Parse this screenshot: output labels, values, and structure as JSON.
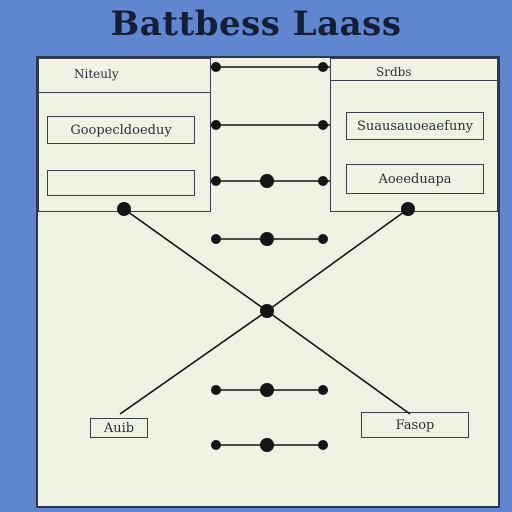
{
  "title": "Battbess Laass",
  "left_panel": {
    "header": "Niteuly",
    "field1": "Goopecldoeduy",
    "field2": ""
  },
  "right_panel": {
    "header": "Srdbs",
    "field1": "Suausauoeaefuny",
    "field2": "Aoeeduapa"
  },
  "bottom_left_box": "Auib",
  "bottom_right_box": "Fasop",
  "colors": {
    "background": "#5f86cf",
    "board": "#eef3e4",
    "ink": "#141414"
  }
}
